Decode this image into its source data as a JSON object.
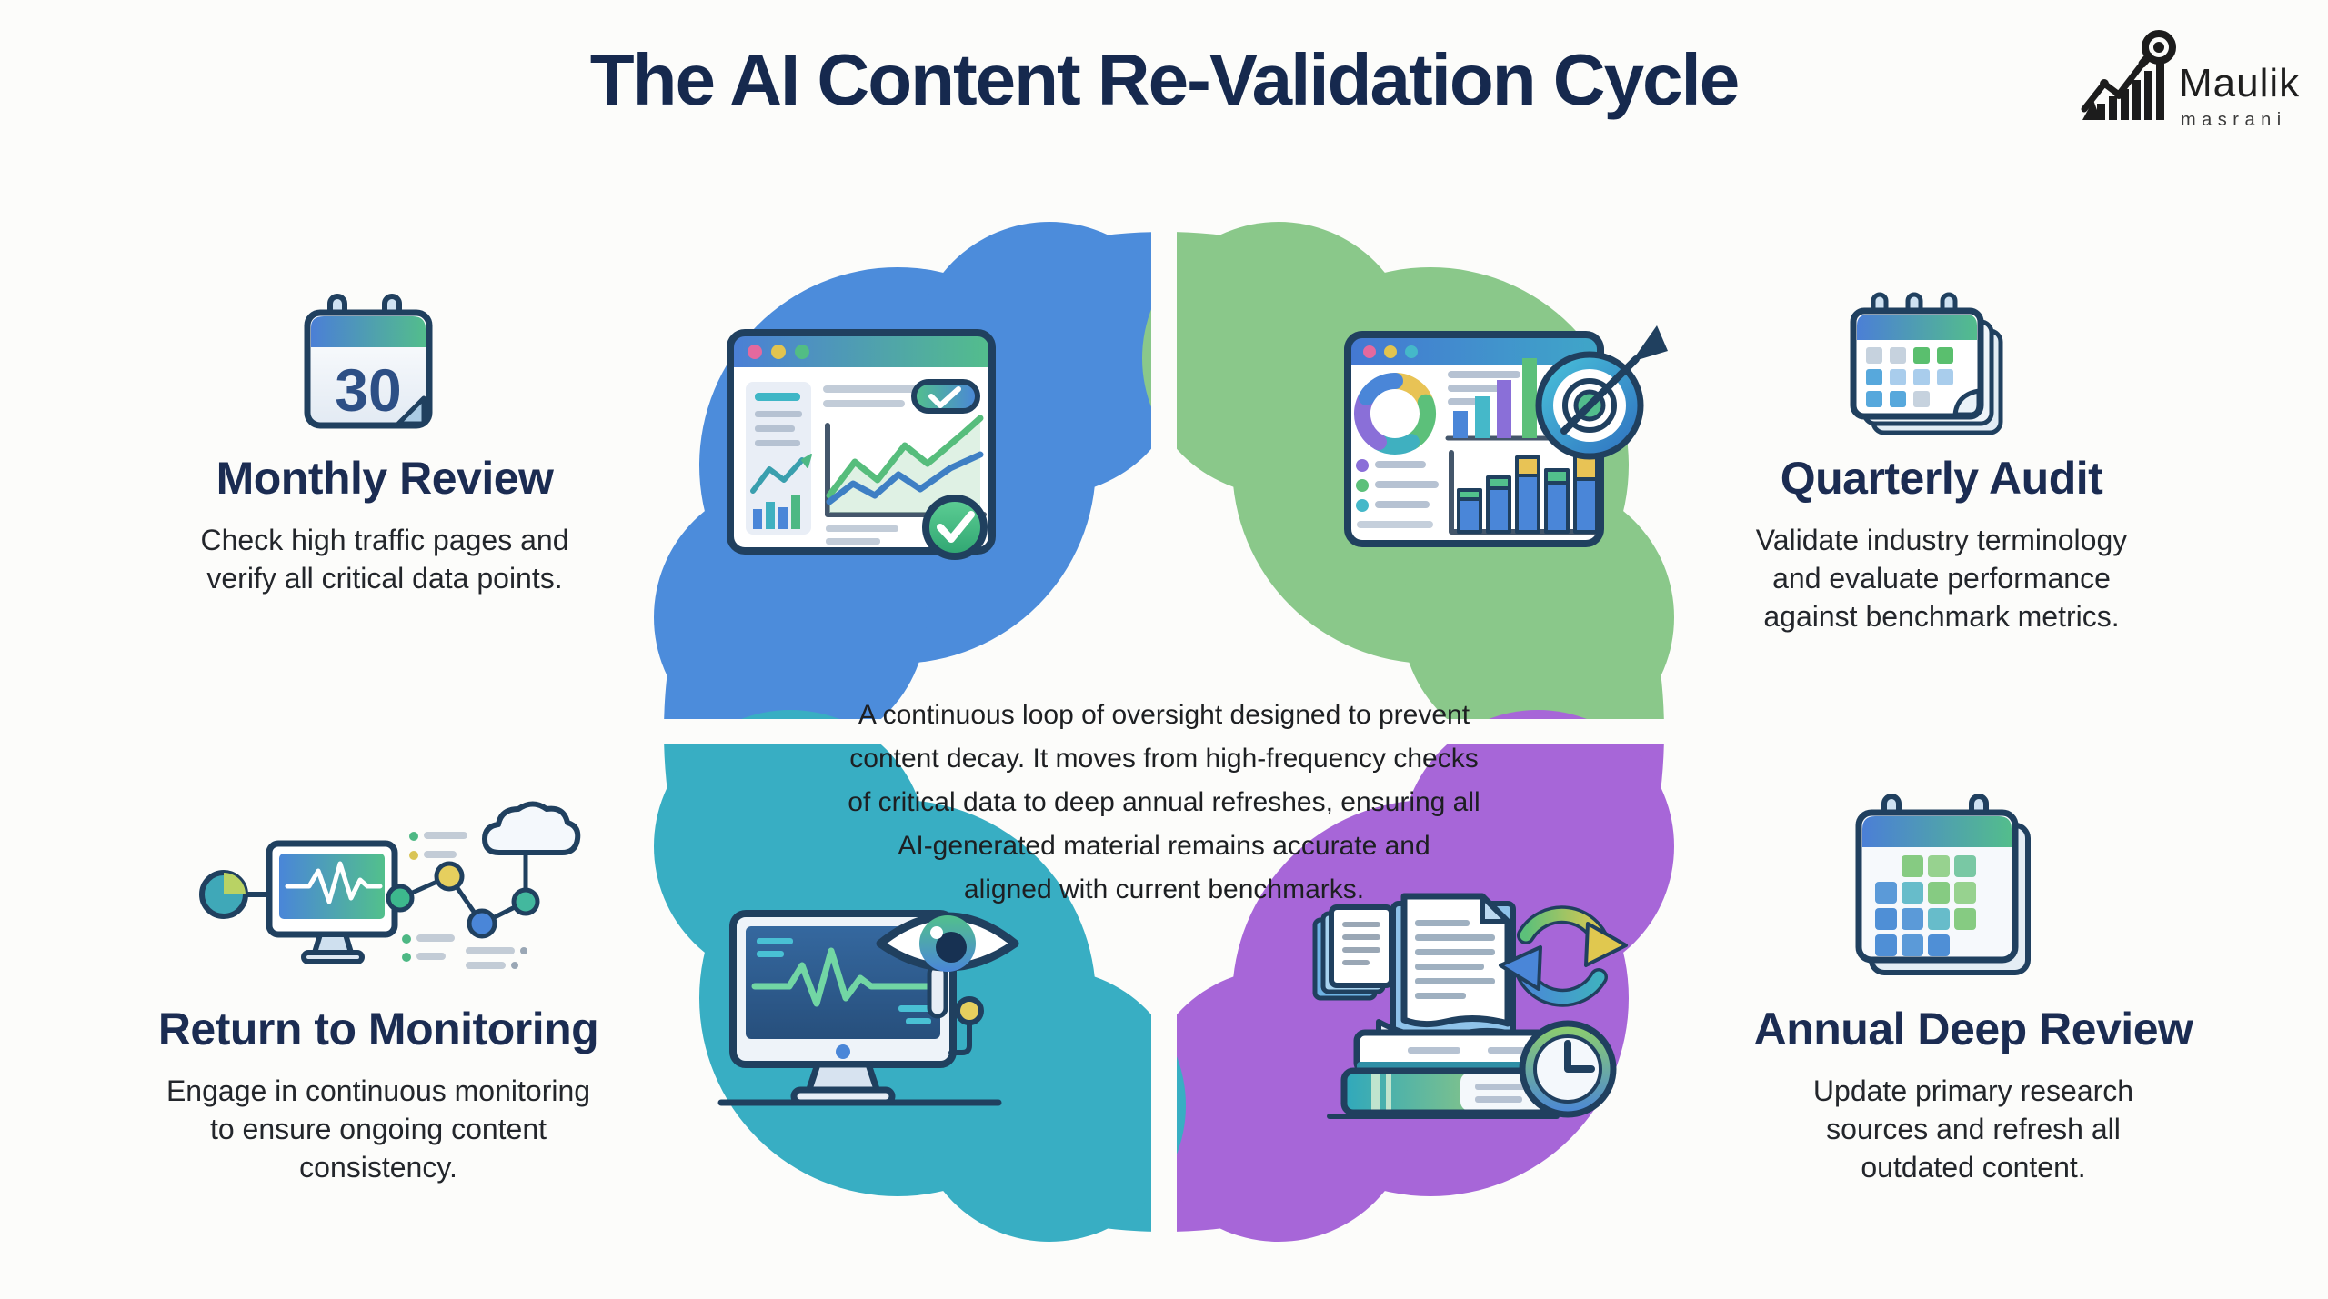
{
  "title": "The AI Content Re-Validation Cycle",
  "logo": {
    "name": "Maulik",
    "subname": "masrani"
  },
  "center_description": {
    "lines": [
      "A continuous loop of oversight designed to prevent",
      "content decay. It moves from high-frequency checks",
      "of critical data to deep annual refreshes, ensuring all",
      "AI-generated material remains accurate and",
      "aligned with current benchmarks."
    ]
  },
  "stages": {
    "monthly": {
      "heading": "Monthly Review",
      "lines": [
        "Check high traffic pages and",
        "verify all critical data points."
      ],
      "calendar_day": "30"
    },
    "quarterly": {
      "heading": "Quarterly Audit",
      "lines": [
        "Validate industry terminology",
        "and evaluate performance",
        "against benchmark metrics."
      ]
    },
    "annual": {
      "heading": "Annual Deep Review",
      "lines": [
        "Update primary research",
        "sources and refresh all",
        "outdated content."
      ]
    },
    "monitoring": {
      "heading": "Return to Monitoring",
      "lines": [
        "Engage in continuous monitoring",
        "to ensure ongoing content",
        "consistency."
      ]
    }
  },
  "colors": {
    "background": "#fcfcfa",
    "title_text": "#16294e",
    "heading_text": "#1b2c52",
    "body_text": "#23262b",
    "outline_navy": "#20405f",
    "quad_blue_light": "#4c8cdb",
    "quad_blue_dark": "#3e70cf",
    "quad_green_light": "#8ac88a",
    "quad_green_dark": "#67b765",
    "quad_teal_light": "#38aec3",
    "quad_teal_dark": "#1f8fab",
    "quad_purple_light": "#a766d8",
    "quad_purple_dark": "#7e41b1"
  }
}
